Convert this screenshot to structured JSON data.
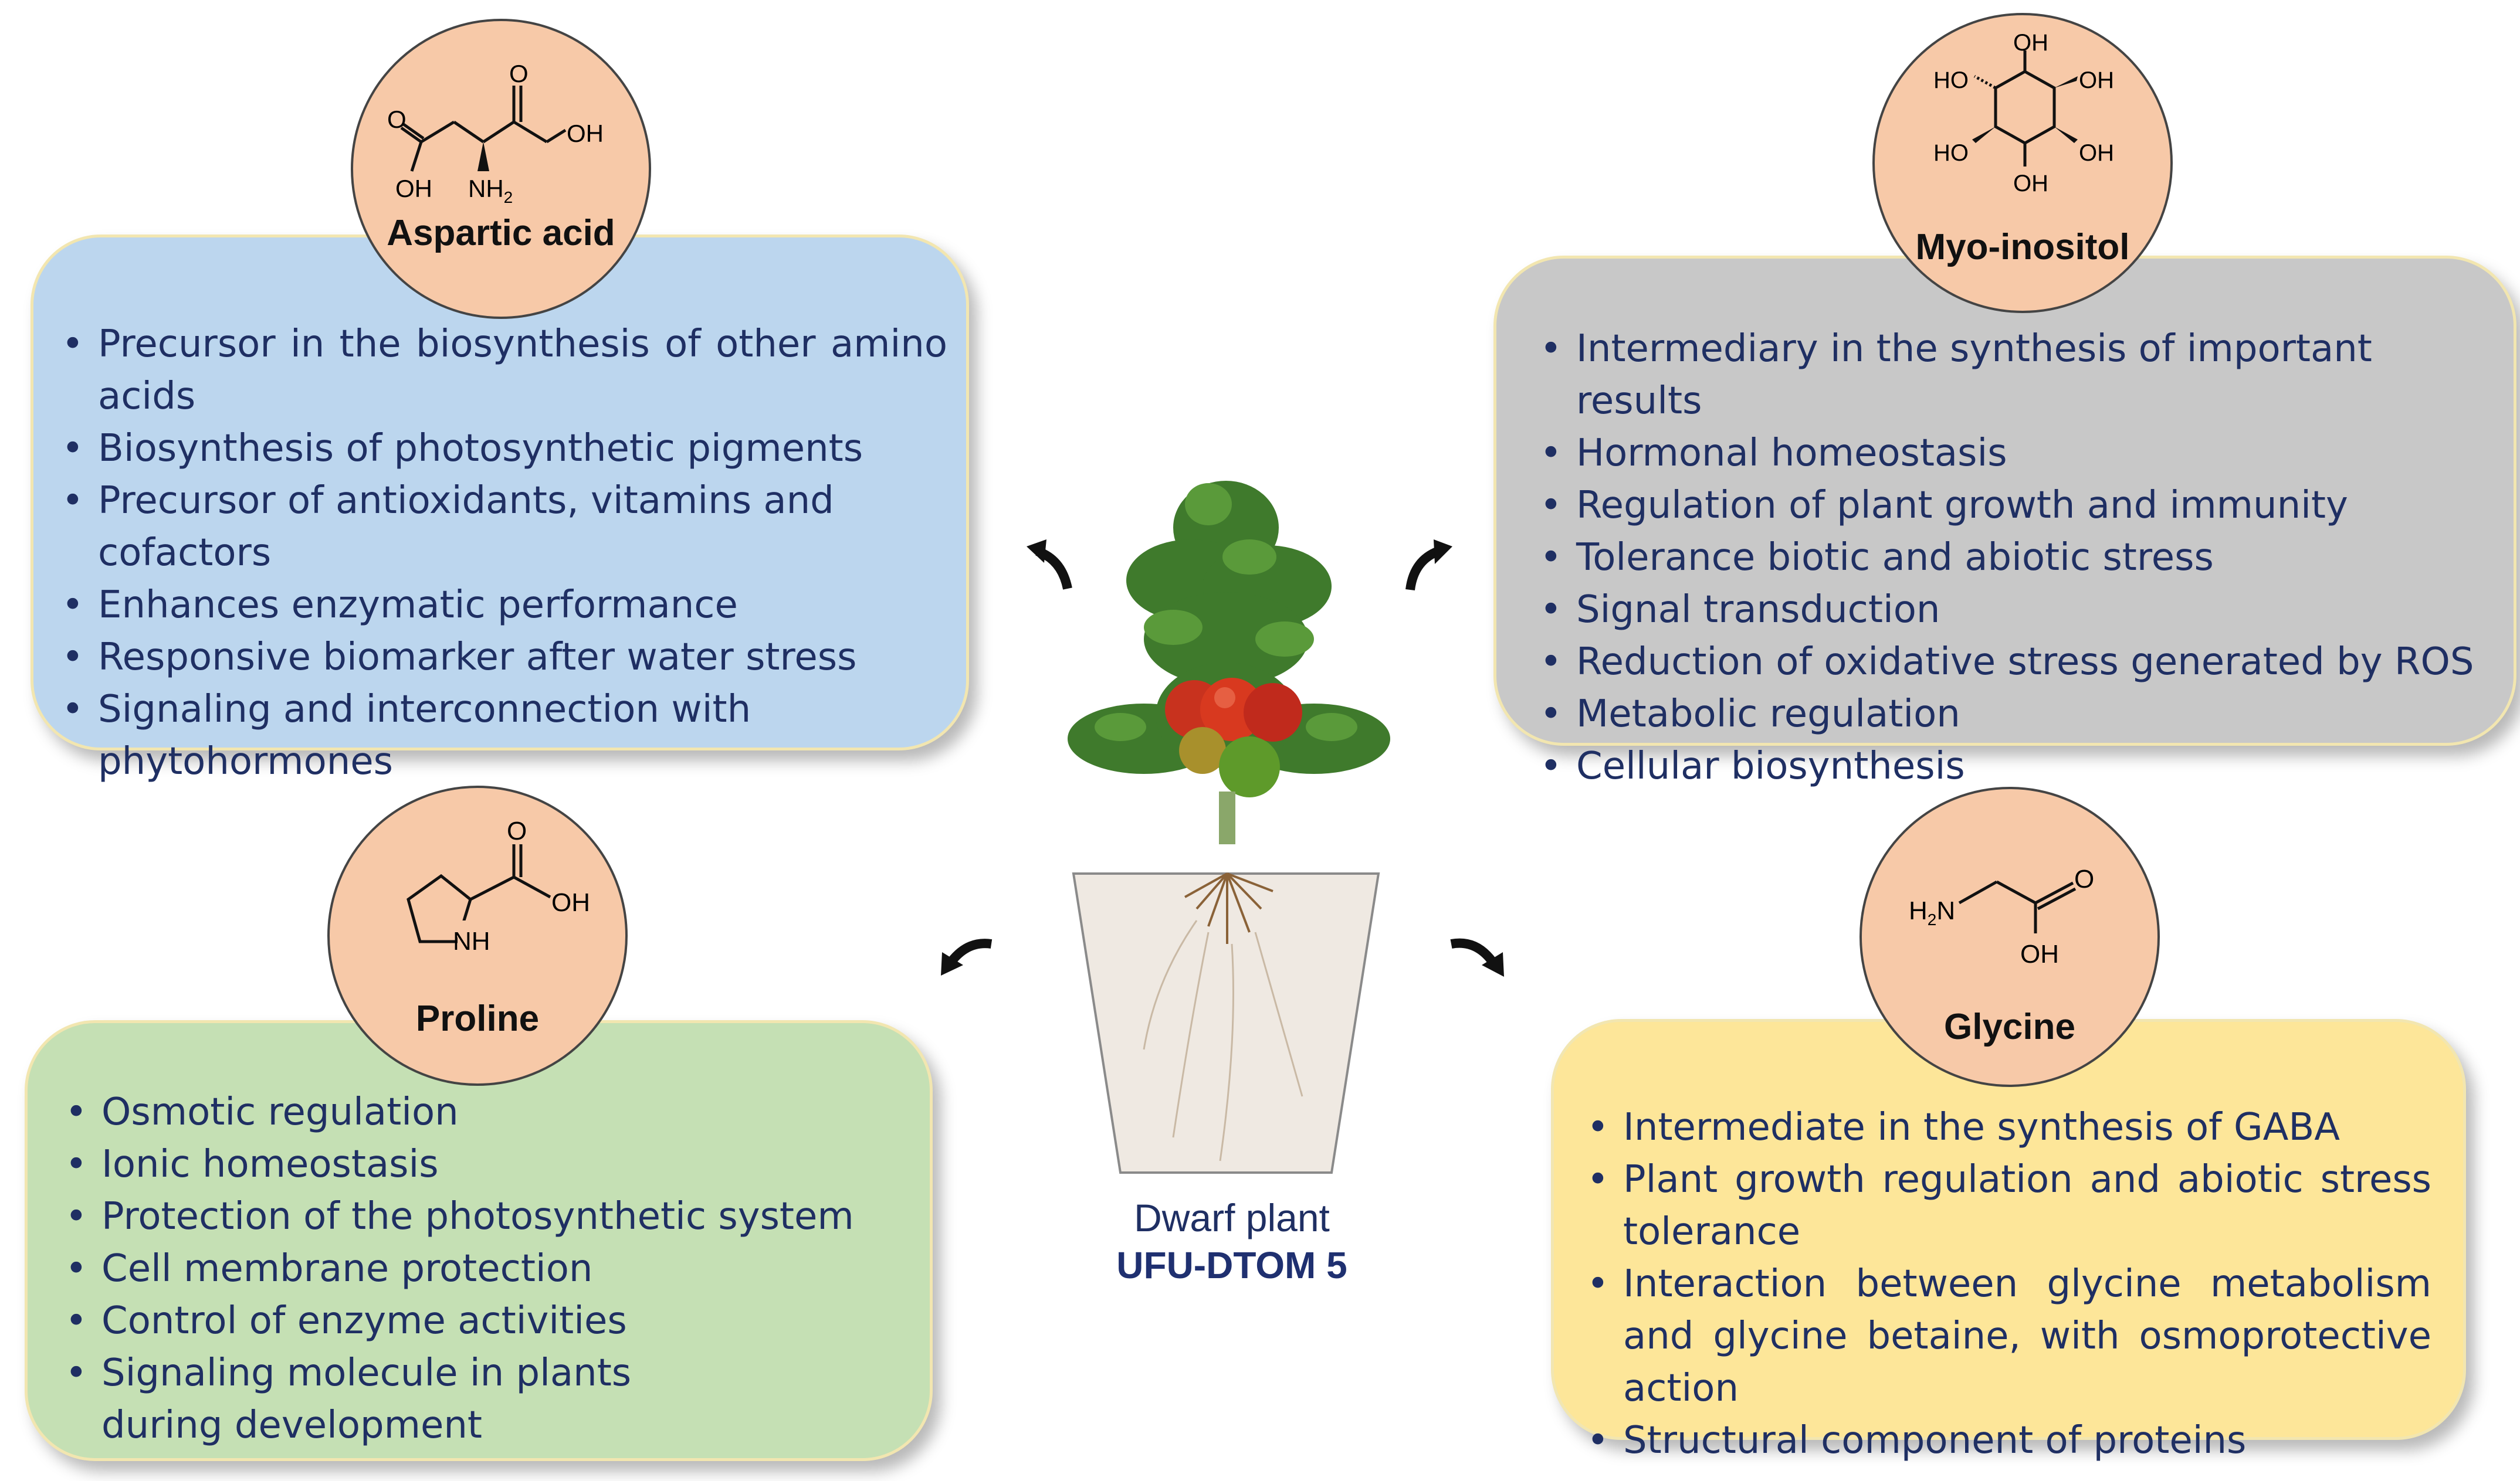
{
  "colors": {
    "aspartic_panel": "#bcd6ee",
    "myo_panel": "#c8c8c8",
    "proline_panel": "#c5e0b4",
    "glycine_panel": "#fde699",
    "circle": "#f7c9a8",
    "text": "#1f2f63",
    "caption_bold": "#1f3070"
  },
  "aspartic": {
    "name": "Aspartic acid",
    "structure_labels": {
      "o1": "O",
      "o2": "O",
      "oh1": "OH",
      "oh2": "OH",
      "nh2": "NH",
      "nh2_sub": "2"
    },
    "items": [
      "Precursor in the biosynthesis of other amino acids",
      "Biosynthesis of photosynthetic pigments",
      "Precursor of antioxidants, vitamins and cofactors",
      "Enhances enzymatic performance",
      "Responsive biomarker after water stress",
      "Signaling and interconnection with phytohormones"
    ]
  },
  "myo": {
    "name": "Myo-inositol",
    "structure_labels": {
      "top": "OH",
      "ho_left_top": "HO",
      "oh_right_top": "OH",
      "ho_left_bottom": "HO",
      "oh_right_bottom": "OH",
      "bottom": "OH"
    },
    "items": [
      "Intermediary in the synthesis of important results",
      "Hormonal homeostasis",
      "Regulation of plant growth and immunity",
      "Tolerance biotic and abiotic stress",
      "Signal transduction",
      "Reduction of oxidative stress generated by ROS",
      "Metabolic regulation",
      "Cellular biosynthesis"
    ]
  },
  "proline": {
    "name": "Proline",
    "structure_labels": {
      "o": "O",
      "oh": "OH",
      "nh": "NH"
    },
    "items": [
      "Osmotic regulation",
      "Ionic homeostasis",
      "Protection of the photosynthetic system",
      "Cell membrane protection",
      "Control of enzyme activities",
      "Signaling molecule in plants during development"
    ]
  },
  "glycine": {
    "name": "Glycine",
    "structure_labels": {
      "h2n_h": "H",
      "h2n_sub": "2",
      "h2n_n": "N",
      "o": "O",
      "oh": "OH"
    },
    "items": [
      "Intermediate in the synthesis of GABA",
      "Plant growth regulation and abiotic stress tolerance",
      "Interaction between glycine metabolism and glycine betaine, with osmoprotective action",
      "Structural component of proteins"
    ]
  },
  "center": {
    "caption_line1": "Dwarf plant",
    "caption_line2": "UFU-DTOM 5"
  }
}
